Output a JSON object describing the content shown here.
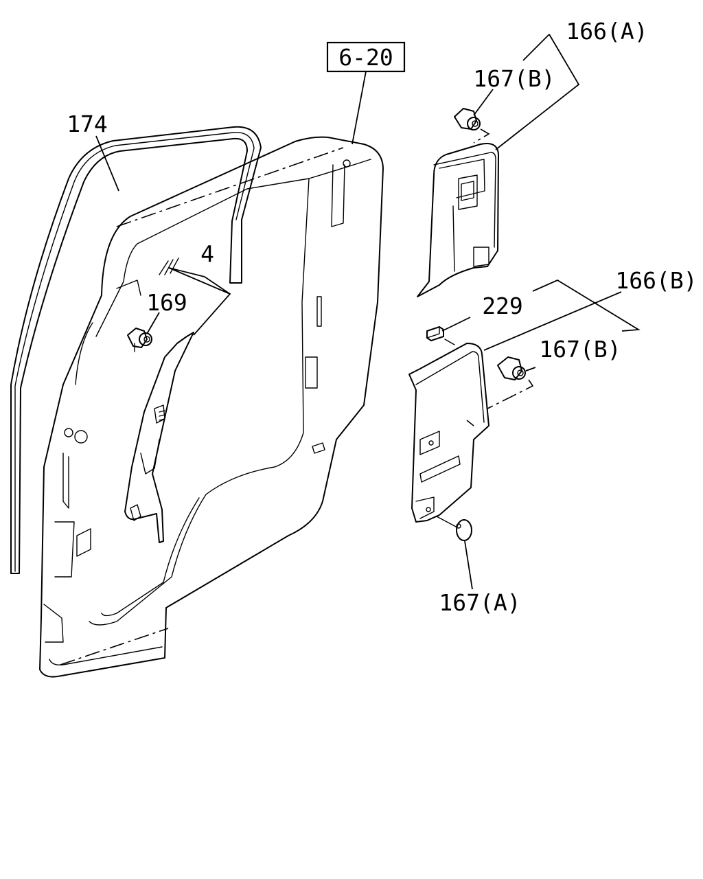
{
  "diagram": {
    "reference_box": "6-20",
    "labels": {
      "p174": "174",
      "p4": "4",
      "p169": "169",
      "p166a": "166(A)",
      "p167b_top": "167(B)",
      "p166b": "166(B)",
      "p229": "229",
      "p167b_mid": "167(B)",
      "p167a": "167(A)"
    }
  }
}
